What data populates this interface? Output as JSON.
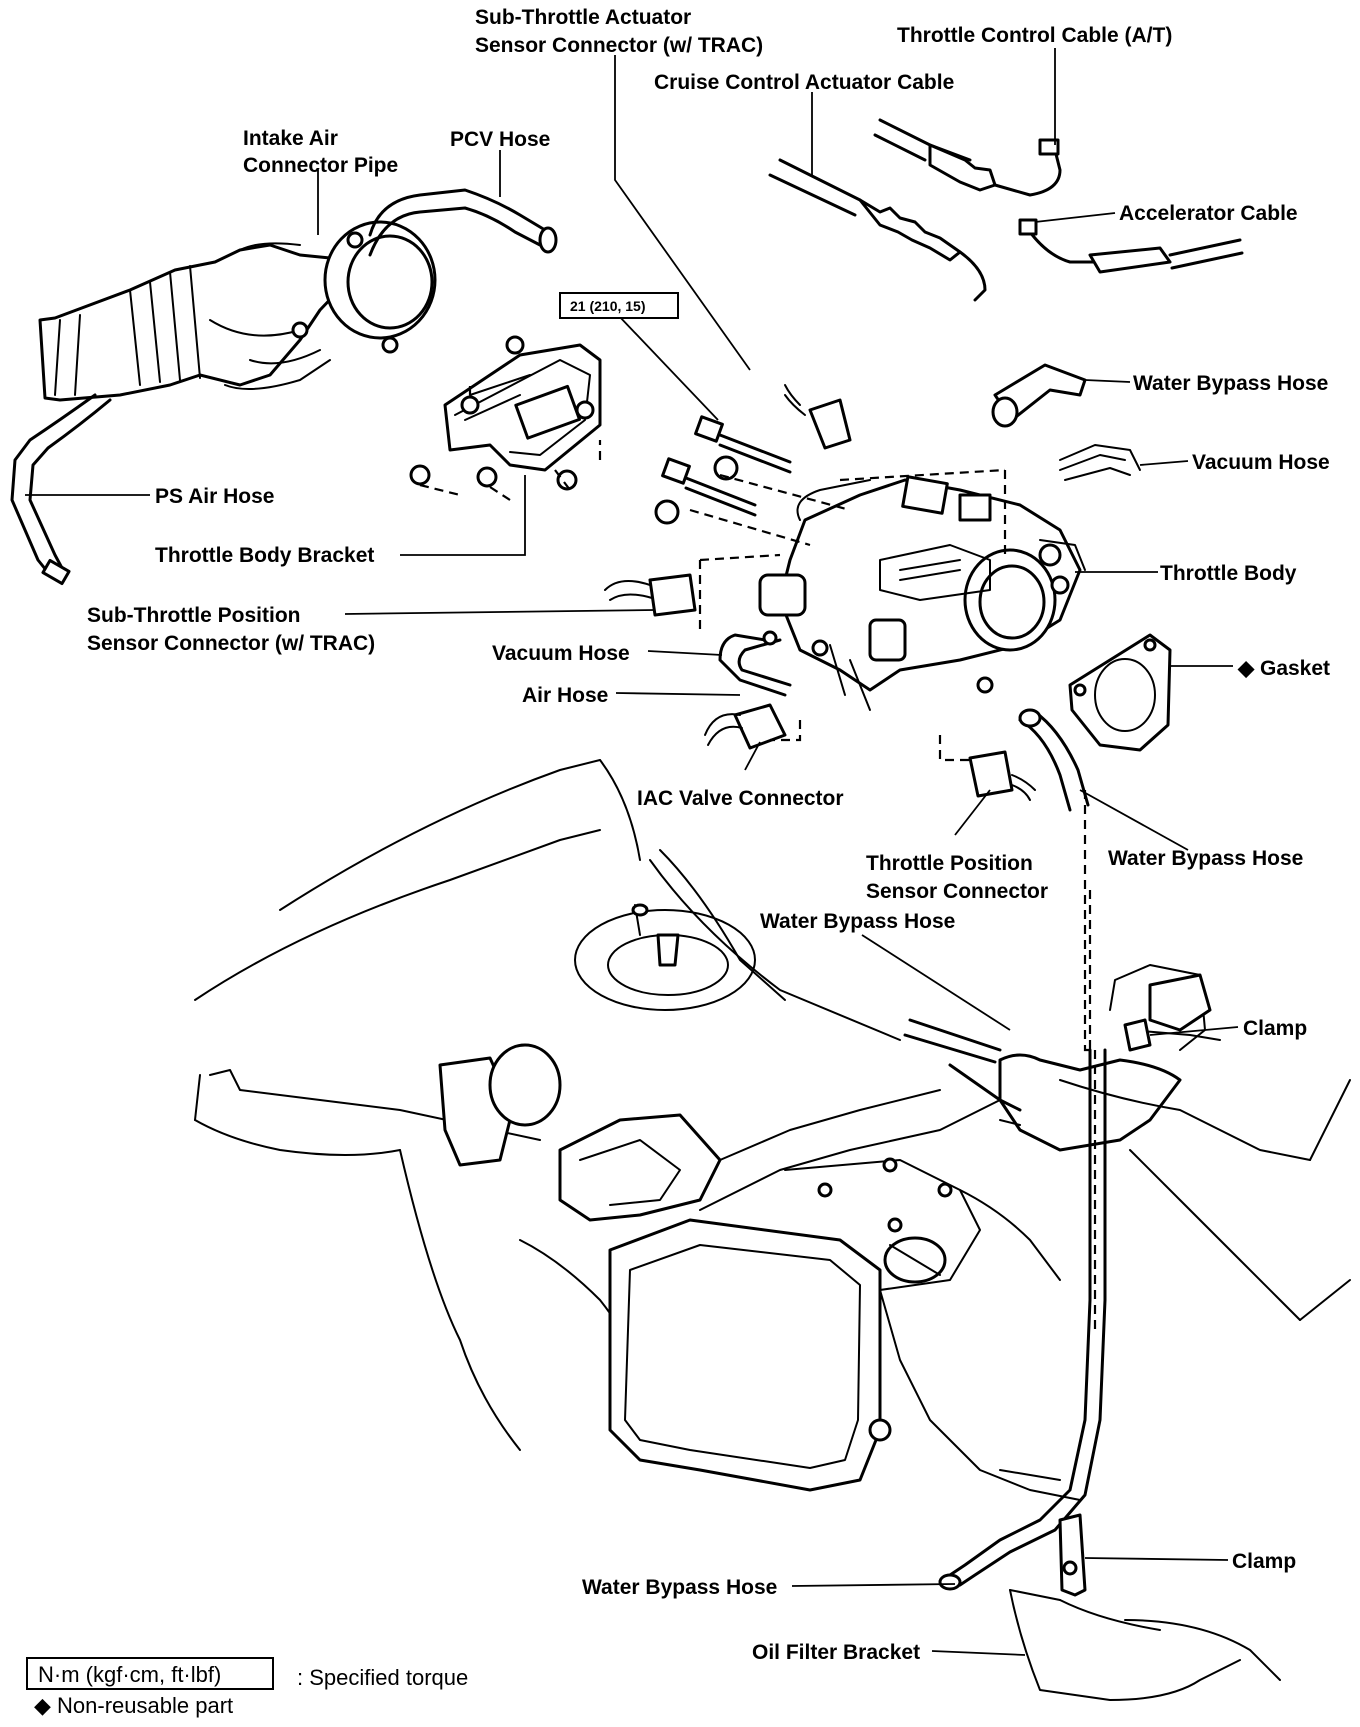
{
  "diagram": {
    "labels": {
      "sub_throttle_actuator_1": "Sub-Throttle Actuator",
      "sub_throttle_actuator_2": "Sensor Connector (w/ TRAC)",
      "throttle_control_cable": "Throttle Control Cable (A/T)",
      "cruise_control_cable": "Cruise Control Actuator Cable",
      "intake_air_1": "Intake Air",
      "intake_air_2": "Connector Pipe",
      "pcv_hose": "PCV Hose",
      "accelerator_cable": "Accelerator Cable",
      "torque_value": "21 (210, 15)",
      "water_bypass_hose_1": "Water Bypass Hose",
      "vacuum_hose_1": "Vacuum Hose",
      "ps_air_hose": "PS Air Hose",
      "throttle_body_bracket": "Throttle Body Bracket",
      "throttle_body": "Throttle Body",
      "sub_throttle_position_1": "Sub-Throttle Position",
      "sub_throttle_position_2": "Sensor Connector (w/ TRAC)",
      "vacuum_hose_2": "Vacuum Hose",
      "gasket": "◆ Gasket",
      "air_hose": "Air Hose",
      "iac_valve_connector": "IAC Valve Connector",
      "throttle_position_1": "Throttle Position",
      "throttle_position_2": "Sensor Connector",
      "water_bypass_hose_2": "Water Bypass Hose",
      "water_bypass_hose_3": "Water Bypass Hose",
      "clamp_1": "Clamp",
      "clamp_2": "Clamp",
      "water_bypass_hose_4": "Water Bypass Hose",
      "oil_filter_bracket": "Oil Filter Bracket"
    },
    "legend": {
      "torque_unit": "N·m (kgf·cm, ft·lbf)",
      "torque_desc": ": Specified torque",
      "non_reusable": "◆ Non-reusable part"
    }
  }
}
